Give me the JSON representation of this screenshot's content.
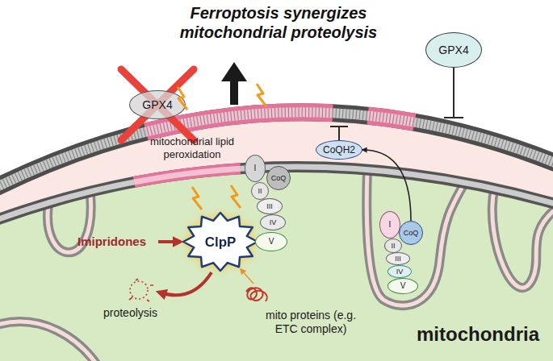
{
  "diagram": {
    "title": "Ferroptosis synergizes mitochondrial proteolysis",
    "nodes": [
      {
        "text": [
          "GPX4"
        ]
      },
      {
        "text": [
          "GPX4"
        ]
      },
      {
        "text": [
          "CoQH2"
        ]
      },
      {
        "text": [
          "ClpP"
        ]
      },
      {
        "text": [
          "I"
        ]
      },
      {
        "text": [
          "II"
        ]
      },
      {
        "text": [
          "CoQ"
        ]
      },
      {
        "text": [
          "III"
        ]
      },
      {
        "text": [
          "IV"
        ]
      },
      {
        "text": [
          "V"
        ]
      },
      {
        "text": [
          "I"
        ]
      },
      {
        "text": [
          "II"
        ]
      },
      {
        "text": [
          "CoQ"
        ]
      },
      {
        "text": [
          "III"
        ]
      },
      {
        "text": [
          "IV"
        ]
      },
      {
        "text": [
          "V"
        ]
      }
    ],
    "edges": [
      {
        "from": 12,
        "to": 2,
        "arrow": "to"
      }
    ],
    "labels": [
      "mitochondrial lipid peroxidation",
      "Imipridones",
      "proteolysis",
      "mito proteins (e.g. ETC complex)",
      "mitochondria"
    ]
  }
}
